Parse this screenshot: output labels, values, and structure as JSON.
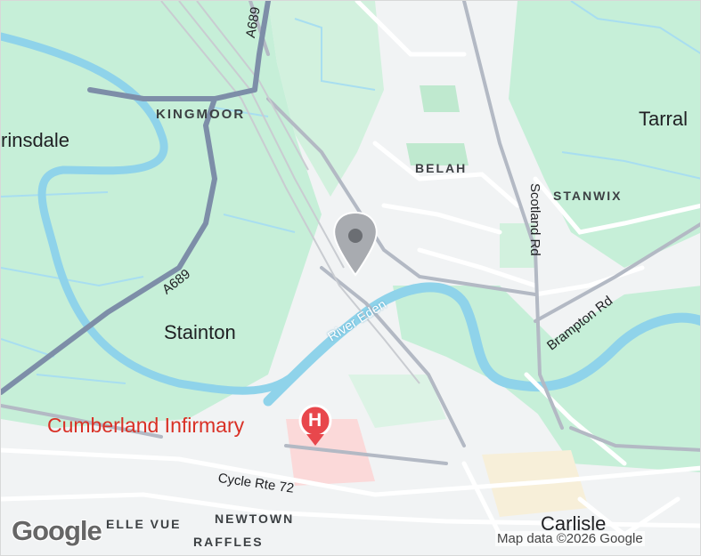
{
  "map": {
    "places": {
      "kingmoor": "KINGMOOR",
      "rinsdale": "rinsdale",
      "tarral": "Tarral",
      "belah": "BELAH",
      "stanwix": "STANWIX",
      "stainton": "Stainton",
      "belle_vue": "ELLE VUE",
      "newtown": "NEWTOWN",
      "raffles": "RAFFLES",
      "carlisle": "Carlisle"
    },
    "roads": {
      "a689_top": "A689",
      "a689_left": "A689",
      "scotland_rd": "Scotland Rd",
      "brampton_rd": "Brampton Rd",
      "cycle_route": "Cycle Rte 72"
    },
    "water": {
      "river_eden": "River Eden"
    },
    "poi": {
      "hospital_name": "Cumberland Infirmary",
      "hospital_glyph": "H"
    },
    "attribution": "Map data ©2026 Google",
    "logo": "Google",
    "colors": {
      "land": "#f1f3f4",
      "park": "#c6efd8",
      "park_light": "#dcf3e5",
      "water": "#8fd3ea",
      "major_road": "#7d8ea8",
      "road": "#ffffff",
      "hospital": "#e8474c",
      "hospital_area": "#fbd9d9"
    }
  }
}
